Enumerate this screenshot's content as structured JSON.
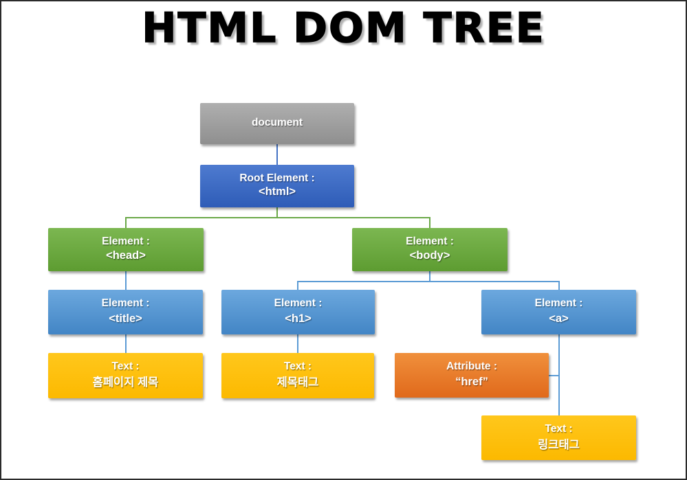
{
  "title": "HTML DOM TREE",
  "nodes": {
    "document": {
      "label": "document"
    },
    "html": {
      "line1": "Root Element :",
      "line2": "<html>"
    },
    "head": {
      "line1": "Element :",
      "line2": "<head>"
    },
    "body": {
      "line1": "Element :",
      "line2": "<body>"
    },
    "title_el": {
      "line1": "Element :",
      "line2": "<title>"
    },
    "h1": {
      "line1": "Element :",
      "line2": "<h1>"
    },
    "a": {
      "line1": "Element :",
      "line2": "<a>"
    },
    "text_title": {
      "line1": "Text :",
      "line2": "홈페이지 제목"
    },
    "text_h1": {
      "line1": "Text :",
      "line2": "제목태그"
    },
    "attr_href": {
      "line1": "Attribute :",
      "line2": "“href”"
    },
    "text_a": {
      "line1": "Text :",
      "line2": "링크태그"
    }
  },
  "edges": [
    {
      "from": "document",
      "to": "html"
    },
    {
      "from": "html",
      "to": "head"
    },
    {
      "from": "html",
      "to": "body"
    },
    {
      "from": "head",
      "to": "title_el"
    },
    {
      "from": "body",
      "to": "h1"
    },
    {
      "from": "body",
      "to": "a"
    },
    {
      "from": "title_el",
      "to": "text_title"
    },
    {
      "from": "h1",
      "to": "text_h1"
    },
    {
      "from": "a",
      "to": "attr_href"
    },
    {
      "from": "a",
      "to": "text_a"
    }
  ],
  "colors": {
    "document_gray": "#9e9e9e",
    "root_blue": "#3c68bf",
    "element_green": "#6caa41",
    "element_blue": "#5b9bd5",
    "text_yellow": "#ffc000",
    "attribute_orange": "#e8792b",
    "connector_green": "#6aa847",
    "connector_blue": "#5b9bd5",
    "connector_dark_blue": "#4472c4"
  }
}
